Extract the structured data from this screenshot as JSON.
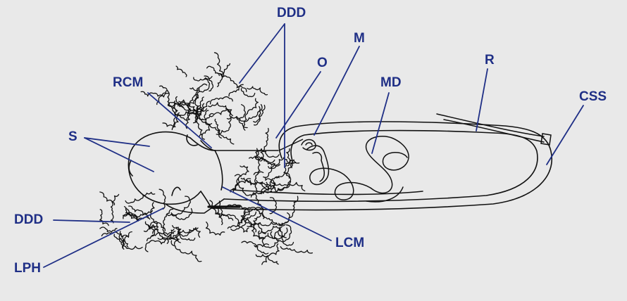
{
  "diagram": {
    "labels": {
      "ddd_top": "DDD",
      "m": "M",
      "o": "O",
      "r": "R",
      "rcm": "RCM",
      "md": "MD",
      "css": "CSS",
      "s": "S",
      "ddd_left": "DDD",
      "lcm": "LCM",
      "lph": "LPH"
    },
    "colors": {
      "background": "#e9e9e9",
      "label": "#1f2f86",
      "leader": "#1f2f86",
      "drawing": "#111111"
    }
  }
}
